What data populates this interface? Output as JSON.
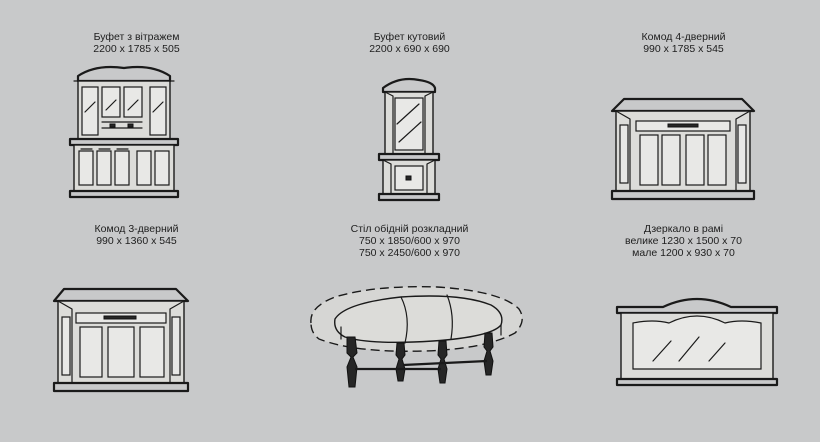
{
  "items": [
    {
      "title": "Буфет з вітражем",
      "lines": [
        "2200 x 1785 x 505"
      ]
    },
    {
      "title": "Буфет кутовий",
      "lines": [
        "2200 x 690 x 690"
      ]
    },
    {
      "title": "Комод 4-дверний",
      "lines": [
        "990 x 1785 x 545"
      ]
    },
    {
      "title": "Комод 3-дверний",
      "lines": [
        "990 x 1360 x 545"
      ]
    },
    {
      "title": "Стіл обідній розкладний",
      "lines": [
        "750 x 1850/600 x 970",
        "750 x 2450/600 x 970"
      ]
    },
    {
      "title": "Дзеркало в рамі",
      "lines": [
        "велике 1230 x 1500 x 70",
        "мале 1200 x 930 x 70"
      ]
    }
  ]
}
